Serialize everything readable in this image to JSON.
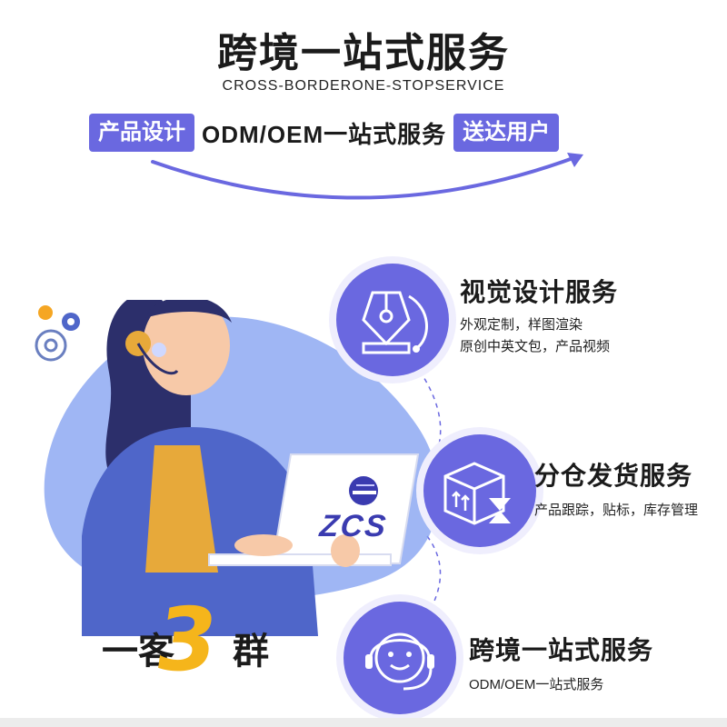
{
  "header": {
    "title": "跨境一站式服务",
    "subtitle": "CROSS-BORDERONE-STOPSERVICE"
  },
  "flow": {
    "start_tag": "产品设计",
    "middle": "ODM/OEM一站式服务",
    "end_tag": "送达用户"
  },
  "services": [
    {
      "title": "视觉设计服务",
      "desc_lines": [
        "外观定制，样图渲染",
        "原创中英文包，产品视频"
      ],
      "icon": "pen-nib-icon"
    },
    {
      "title": "分仓发货服务",
      "desc_lines": [
        "产品跟踪，贴标，库存管理"
      ],
      "icon": "box-hourglass-icon"
    },
    {
      "title": "跨境一站式服务",
      "desc_lines": [
        "ODM/OEM一站式服务"
      ],
      "icon": "headset-face-icon"
    }
  ],
  "slogan": {
    "prefix": "一客",
    "number": "3",
    "suffix": "群"
  },
  "laptop": {
    "brand_text": "ZCS"
  },
  "colors": {
    "accent": "#6a68e0",
    "blob": "#7f9df0",
    "jacket": "#4f66c9",
    "yellow": "#f5b51b"
  }
}
